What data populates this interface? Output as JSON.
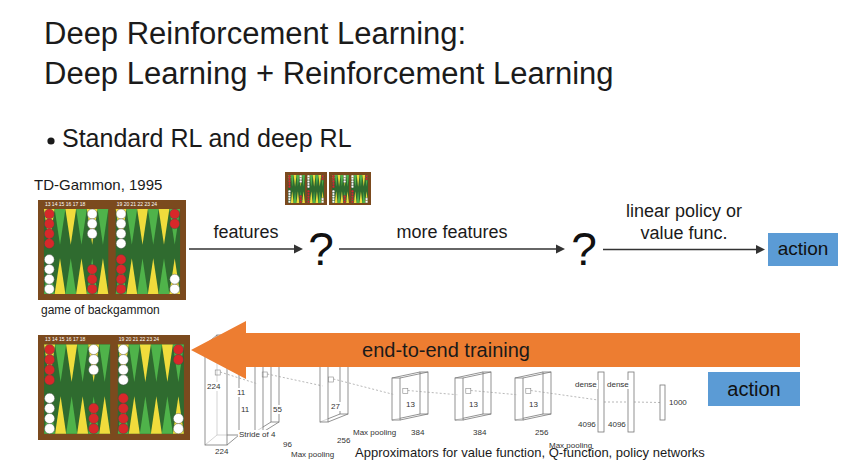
{
  "diagram": {
    "title": "Deep Reinforcement Learning: Deep Learning + Reinforcement Learning",
    "nodes": [
      {
        "text": [
          "13 14 15 16 17 18",
          "19 20 21 22 23 24",
          "game of backgammon"
        ]
      },
      {
        "text": [
          "?"
        ]
      },
      {
        "text": [
          "?"
        ]
      },
      {
        "text": [
          "action"
        ]
      },
      {
        "text": [
          "13 14 15 16 17 18",
          "19 20 21 22 23 24"
        ]
      },
      {
        "text": [
          "Approximators for value function, Q-function, policy networks"
        ]
      },
      {
        "text": [
          "action"
        ]
      }
    ],
    "edges": [
      {
        "from": 0,
        "to": 1,
        "label": "features",
        "arrow": "to"
      },
      {
        "from": 1,
        "to": 2,
        "label": "more features",
        "arrow": "to"
      },
      {
        "from": 2,
        "to": 3,
        "label": "linear policy or value func.",
        "arrow": "to"
      },
      {
        "from": 5,
        "to": 4,
        "label": "end-to-end training",
        "arrow": "to"
      }
    ],
    "labels": [
      "Standard RL and deep RL",
      "TD-Gammon, 1995",
      "224",
      "224",
      "11",
      "11",
      "55",
      "Stride of 4",
      "96",
      "Max pooling",
      "27",
      "256",
      "Max pooling",
      "13",
      "384",
      "13",
      "384",
      "13",
      "256",
      "Max pooling",
      "dense",
      "dense",
      "4096",
      "4096",
      "1000"
    ]
  }
}
